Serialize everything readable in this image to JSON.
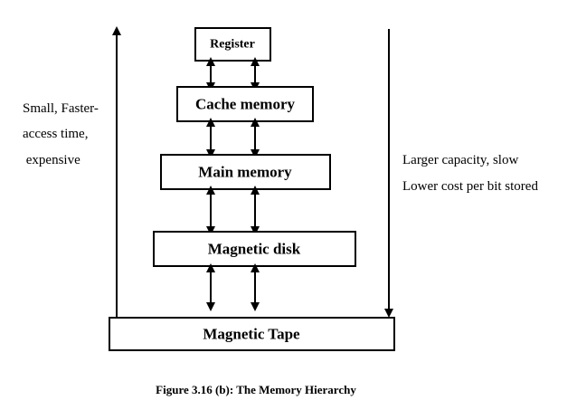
{
  "levels": {
    "register": "Register",
    "cache": "Cache memory",
    "main": "Main memory",
    "disk": "Magnetic disk",
    "tape": "Magnetic Tape"
  },
  "left_note": {
    "line1": "Small, Faster-",
    "line2": "access time,",
    "line3": " expensive"
  },
  "right_note": {
    "line1": "Larger capacity, slow",
    "line2": "Lower cost per bit stored"
  },
  "caption": "Figure 3.16 (b): The Memory Hierarchy"
}
